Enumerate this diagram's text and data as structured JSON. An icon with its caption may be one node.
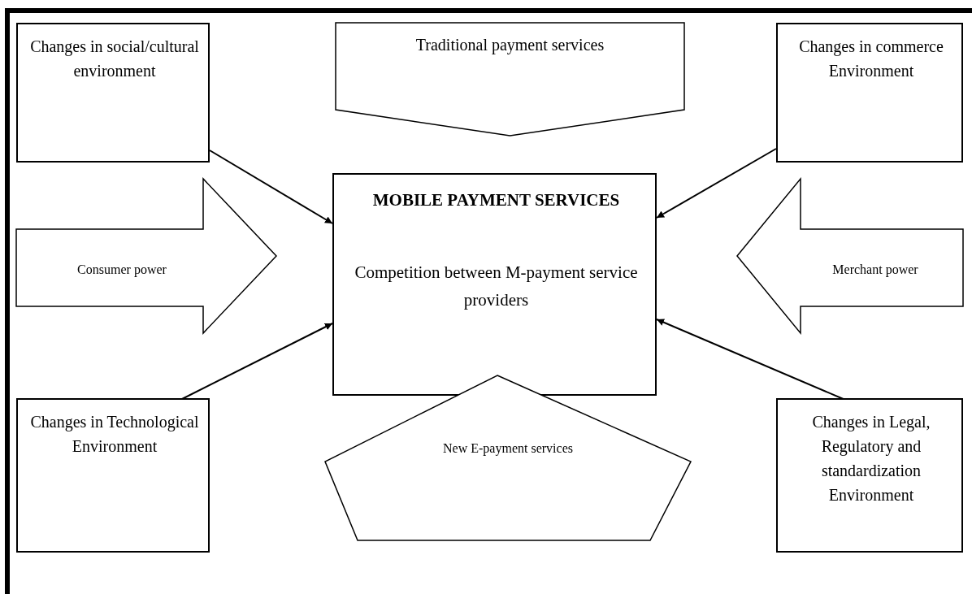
{
  "diagram": {
    "nodes": [
      {
        "text": [
          "Changes in social/cultural environment"
        ]
      },
      {
        "text": [
          "Traditional payment services"
        ]
      },
      {
        "text": [
          "Changes in commerce Environment"
        ]
      },
      {
        "text": [
          "MOBILE PAYMENT SERVICES",
          "Competition between M-payment service providers"
        ]
      },
      {
        "text": [
          "Consumer power"
        ]
      },
      {
        "text": [
          "Merchant power"
        ]
      },
      {
        "text": [
          "Changes in Technological Environment"
        ]
      },
      {
        "text": [
          "New E-payment services"
        ]
      },
      {
        "text": [
          "Changes in Legal, Regulatory and standardization Environment"
        ]
      }
    ],
    "edges": [
      {
        "from": 0,
        "to": 3,
        "arrow": "to"
      },
      {
        "from": 2,
        "to": 3,
        "arrow": "to"
      },
      {
        "from": 6,
        "to": 3,
        "arrow": "to"
      },
      {
        "from": 8,
        "to": 3,
        "arrow": "to"
      }
    ]
  }
}
